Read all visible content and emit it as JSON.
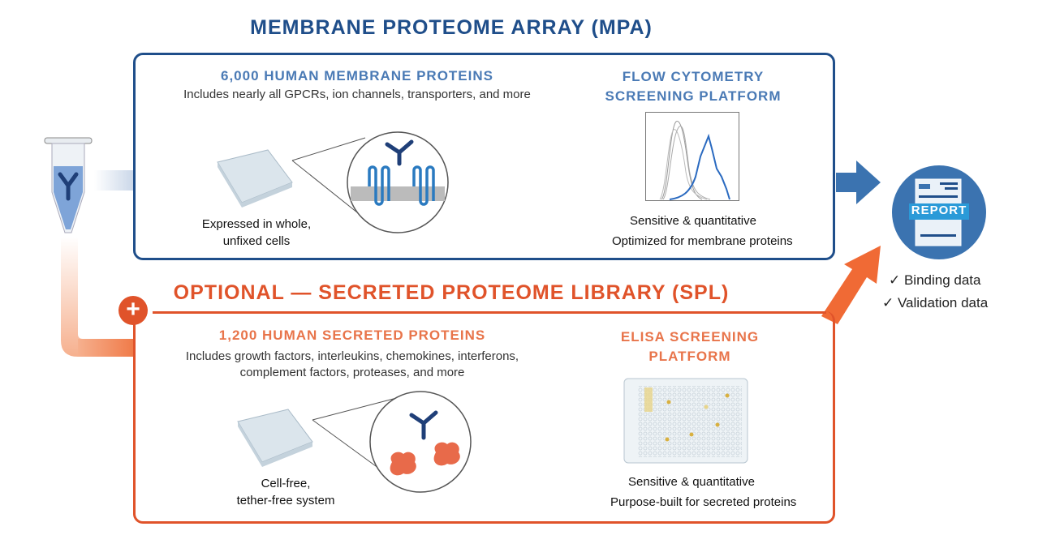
{
  "colors": {
    "blue": "#1f4e8a",
    "light_blue": "#4a7ab5",
    "orange": "#e0532a",
    "light_orange": "#e8744a",
    "arrow_blue": "#3b73b0",
    "arrow_orange": "#f06a35"
  },
  "mpa": {
    "title": "MEMBRANE PROTEOME ARRAY (MPA)",
    "left_heading": "6,000 HUMAN MEMBRANE PROTEINS",
    "left_sub": "Includes nearly all GPCRs, ion channels, transporters, and more",
    "left_caption": [
      "Expressed in whole,",
      "unfixed cells"
    ],
    "right_heading": [
      "FLOW CYTOMETRY",
      "SCREENING PLATFORM"
    ],
    "right_caption": [
      "Sensitive & quantitative",
      "Optimized for membrane proteins"
    ]
  },
  "spl": {
    "title": "OPTIONAL — SECRETED PROTEOME LIBRARY (SPL)",
    "left_heading": "1,200 HUMAN SECRETED PROTEINS",
    "left_sub": [
      "Includes growth factors, interleukins, chemokines, interferons,",
      "complement factors, proteases, and more"
    ],
    "left_caption": [
      "Cell-free,",
      "tether-free system"
    ],
    "right_heading": [
      "ELISA SCREENING",
      "PLATFORM"
    ],
    "right_caption": [
      "Sensitive & quantitative",
      "Purpose-built for secreted proteins"
    ]
  },
  "report": {
    "label": "REPORT",
    "items": [
      "✓ Binding data",
      "✓ Validation data"
    ]
  }
}
